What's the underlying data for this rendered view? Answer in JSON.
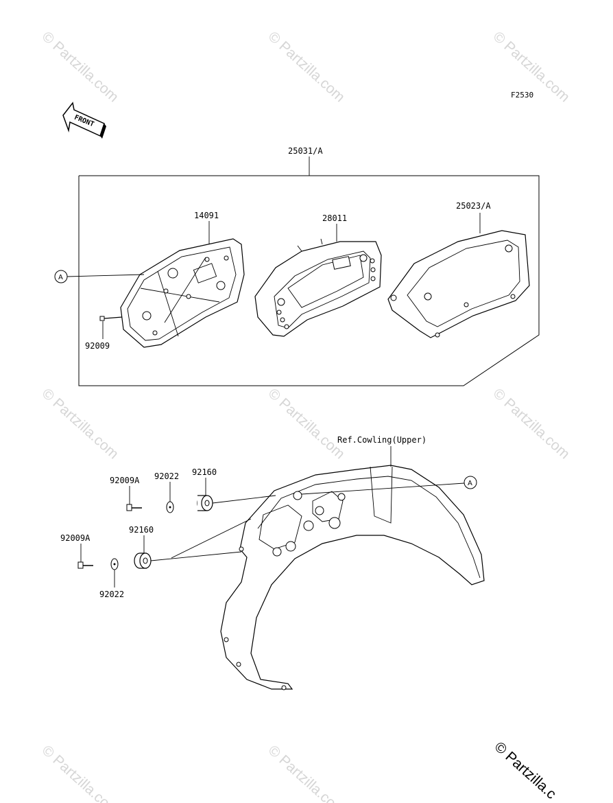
{
  "diagram_code": "F2530",
  "front_arrow_label": "FRONT",
  "callouts": {
    "assembly": "25031/A",
    "case_lower": "14091",
    "meter": "28011",
    "case_upper": "25023/A",
    "screw_top": "92009",
    "ref_cowling": "Ref.Cowling(Upper)",
    "screw_a_1": "92009A",
    "washer_1": "92022",
    "damper_1": "92160",
    "screw_a_2": "92009A",
    "damper_2": "92160",
    "washer_2": "92022"
  },
  "reference_marks": {
    "a_left": "A",
    "a_right": "A"
  },
  "watermark": {
    "text": "© Partzilla.com",
    "corner_text": "© Partzilla.c"
  }
}
